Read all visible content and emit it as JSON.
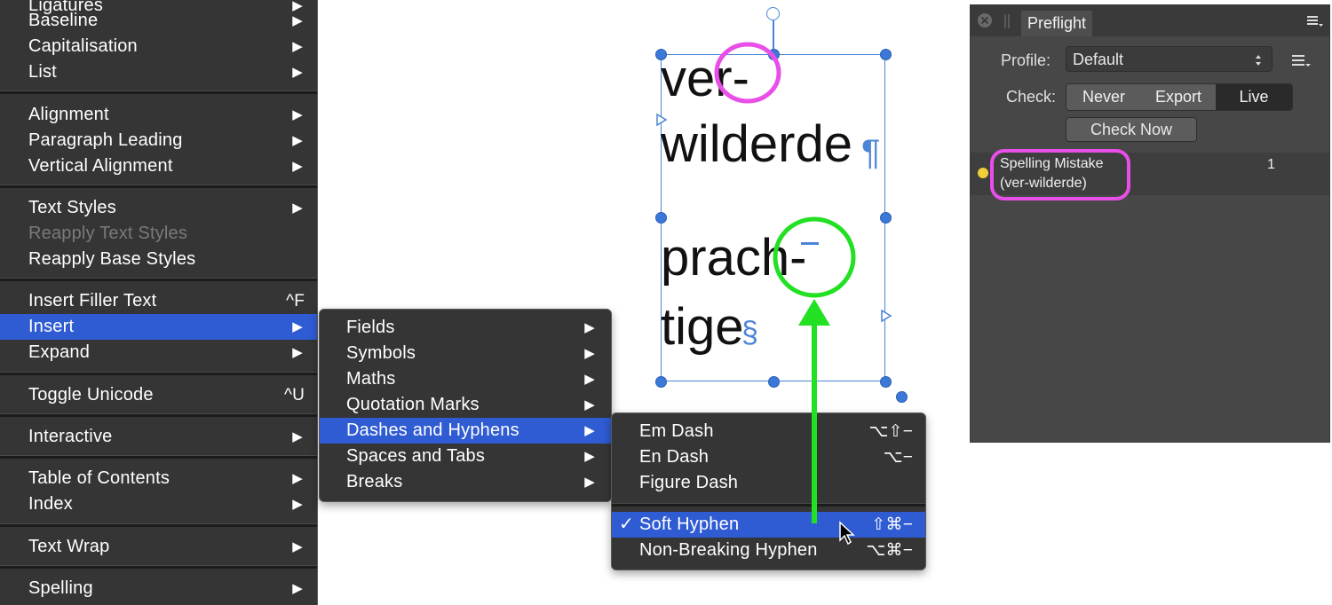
{
  "main_menu": {
    "items": [
      {
        "label": "Ligatures",
        "arrow": "▶",
        "top": 0
      },
      {
        "label": "Baseline",
        "arrow": "▶"
      },
      {
        "label": "Capitalisation",
        "arrow": "▶"
      },
      {
        "label": "List",
        "arrow": "▶"
      },
      {
        "label": "Alignment",
        "arrow": "▶"
      },
      {
        "label": "Paragraph Leading",
        "arrow": "▶"
      },
      {
        "label": "Vertical Alignment",
        "arrow": "▶"
      },
      {
        "label": "Text Styles",
        "arrow": "▶"
      },
      {
        "label": "Reapply Text Styles",
        "disabled": true
      },
      {
        "label": "Reapply Base Styles"
      },
      {
        "label": "Insert Filler Text",
        "shortcut": "^F"
      },
      {
        "label": "Insert",
        "arrow": "▶",
        "selected": true
      },
      {
        "label": "Expand",
        "arrow": "▶"
      },
      {
        "label": "Toggle Unicode",
        "shortcut": "^U"
      },
      {
        "label": "Interactive",
        "arrow": "▶"
      },
      {
        "label": "Table of Contents",
        "arrow": "▶"
      },
      {
        "label": "Index",
        "arrow": "▶"
      },
      {
        "label": "Text Wrap",
        "arrow": "▶"
      },
      {
        "label": "Spelling",
        "arrow": "▶"
      }
    ]
  },
  "insert_menu": {
    "items": [
      {
        "label": "Fields",
        "arrow": "▶"
      },
      {
        "label": "Symbols",
        "arrow": "▶"
      },
      {
        "label": "Maths",
        "arrow": "▶"
      },
      {
        "label": "Quotation Marks",
        "arrow": "▶"
      },
      {
        "label": "Dashes and Hyphens",
        "arrow": "▶",
        "selected": true
      },
      {
        "label": "Spaces and Tabs",
        "arrow": "▶"
      },
      {
        "label": "Breaks",
        "arrow": "▶"
      }
    ]
  },
  "dash_menu": {
    "items": [
      {
        "label": "Em Dash",
        "shortcut": "⌥⇧−"
      },
      {
        "label": "En Dash",
        "shortcut": "⌥−"
      },
      {
        "label": "Figure Dash",
        "shortcut": ""
      },
      {
        "label": "Soft Hyphen",
        "shortcut": "⇧⌘−",
        "checked": true,
        "check": "✓",
        "selected": true
      },
      {
        "label": "Non-Breaking Hyphen",
        "shortcut": "⌥⌘−"
      }
    ]
  },
  "canvas": {
    "line1": "ver-",
    "line2": "wilderde",
    "line3": "prach-",
    "line4": "tige",
    "pilcrow": "¶",
    "section_mark": "§"
  },
  "preflight": {
    "tab_label": "Preflight",
    "profile_label": "Profile:",
    "profile_value": "Default",
    "check_label": "Check:",
    "check_options": [
      "Never",
      "Export",
      "Live"
    ],
    "check_selected": "Live",
    "check_now_label": "Check Now",
    "result": {
      "title": "Spelling Mistake",
      "detail": "(ver-wilderde)",
      "count": "1"
    }
  },
  "colors": {
    "menu_bg": "#353535",
    "selection": "#2f5bd3",
    "annotation_magenta": "#e84ee8",
    "annotation_green": "#22e022",
    "frame_blue": "#4a85d6"
  }
}
